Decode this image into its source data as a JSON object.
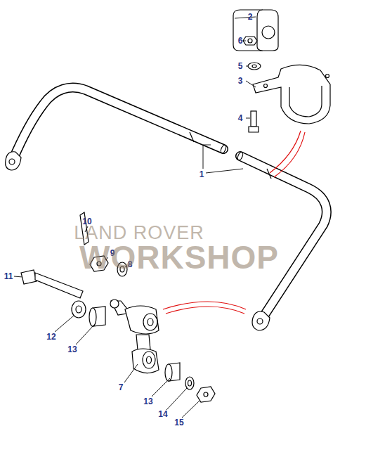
{
  "diagram": {
    "labels": [
      "2",
      "6",
      "5",
      "3",
      "4",
      "1",
      "10",
      "9",
      "8",
      "11",
      "12",
      "13",
      "7",
      "13",
      "14",
      "15",
      "LAND ROVER",
      "WORKSHOP"
    ]
  }
}
